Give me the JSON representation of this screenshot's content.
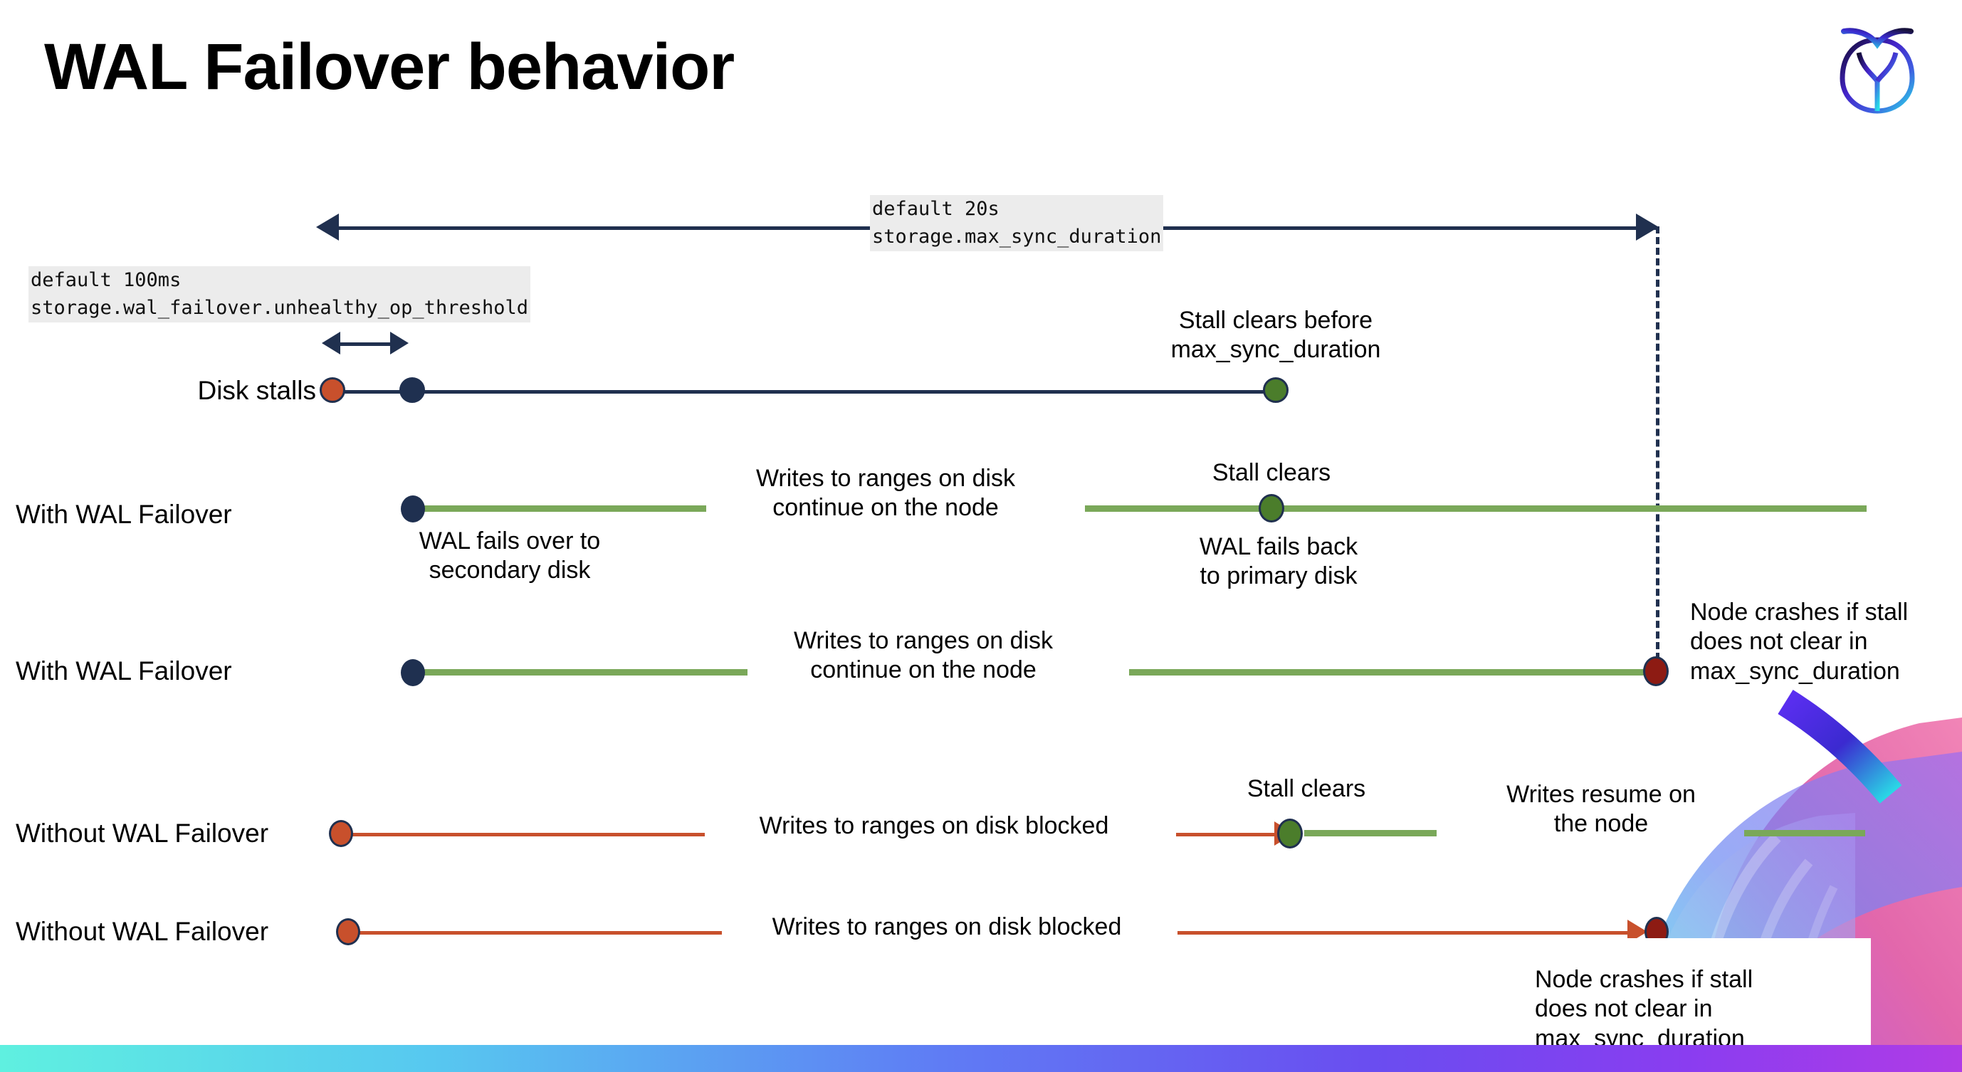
{
  "slide": {
    "title": "WAL Failover behavior",
    "logo_name": "cockroachdb-logo"
  },
  "settings": [
    {
      "id": "max-sync-duration",
      "default_line": "default 20s",
      "name_line": "storage.max_sync_duration"
    },
    {
      "id": "unhealthy-op-threshold",
      "default_line": "default 100ms",
      "name_line": "storage.wal_failover.unhealthy_op_threshold"
    }
  ],
  "rows": [
    {
      "id": "disk-stalls",
      "label": "Disk stalls",
      "annotations": [
        {
          "id": "stall-clears-before",
          "text": "Stall clears before\nmax_sync_duration"
        }
      ]
    },
    {
      "id": "with-wal-failover-recovers",
      "label": "With WAL Failover",
      "annotations": [
        {
          "id": "wal-fails-over",
          "text": "WAL fails over to\nsecondary disk"
        },
        {
          "id": "writes-continue",
          "text": "Writes to ranges on disk\ncontinue on the node"
        },
        {
          "id": "stall-clears",
          "text": "Stall clears"
        },
        {
          "id": "wal-fails-back",
          "text": "WAL fails  back\nto primary disk"
        }
      ]
    },
    {
      "id": "with-wal-failover-crashes",
      "label": "With WAL Failover",
      "annotations": [
        {
          "id": "writes-continue-2",
          "text": "Writes to ranges on disk\ncontinue on the node"
        },
        {
          "id": "node-crashes-1",
          "text": "Node crashes if stall\ndoes not clear in\nmax_sync_duration"
        }
      ]
    },
    {
      "id": "without-wal-failover-recovers",
      "label": "Without WAL Failover",
      "annotations": [
        {
          "id": "writes-blocked-1",
          "text": "Writes to ranges on disk  blocked"
        },
        {
          "id": "stall-clears-2",
          "text": "Stall clears"
        },
        {
          "id": "writes-resume",
          "text": "Writes resume on\nthe node"
        }
      ]
    },
    {
      "id": "without-wal-failover-crashes",
      "label": "Without WAL Failover",
      "annotations": [
        {
          "id": "writes-blocked-2",
          "text": "Writes to ranges on disk  blocked"
        },
        {
          "id": "node-crashes-2",
          "text": "Node crashes if stall\ndoes not clear in\nmax_sync_duration"
        }
      ]
    }
  ],
  "colors": {
    "navy": "#20304f",
    "green_line": "#7aa859",
    "orange_line": "#c8502c",
    "dot_green": "#4b7d2b",
    "dot_orange": "#c8502c",
    "dot_darkred": "#8d1b13",
    "dot_navy": "#1f3050",
    "code_bg": "#ececec"
  }
}
